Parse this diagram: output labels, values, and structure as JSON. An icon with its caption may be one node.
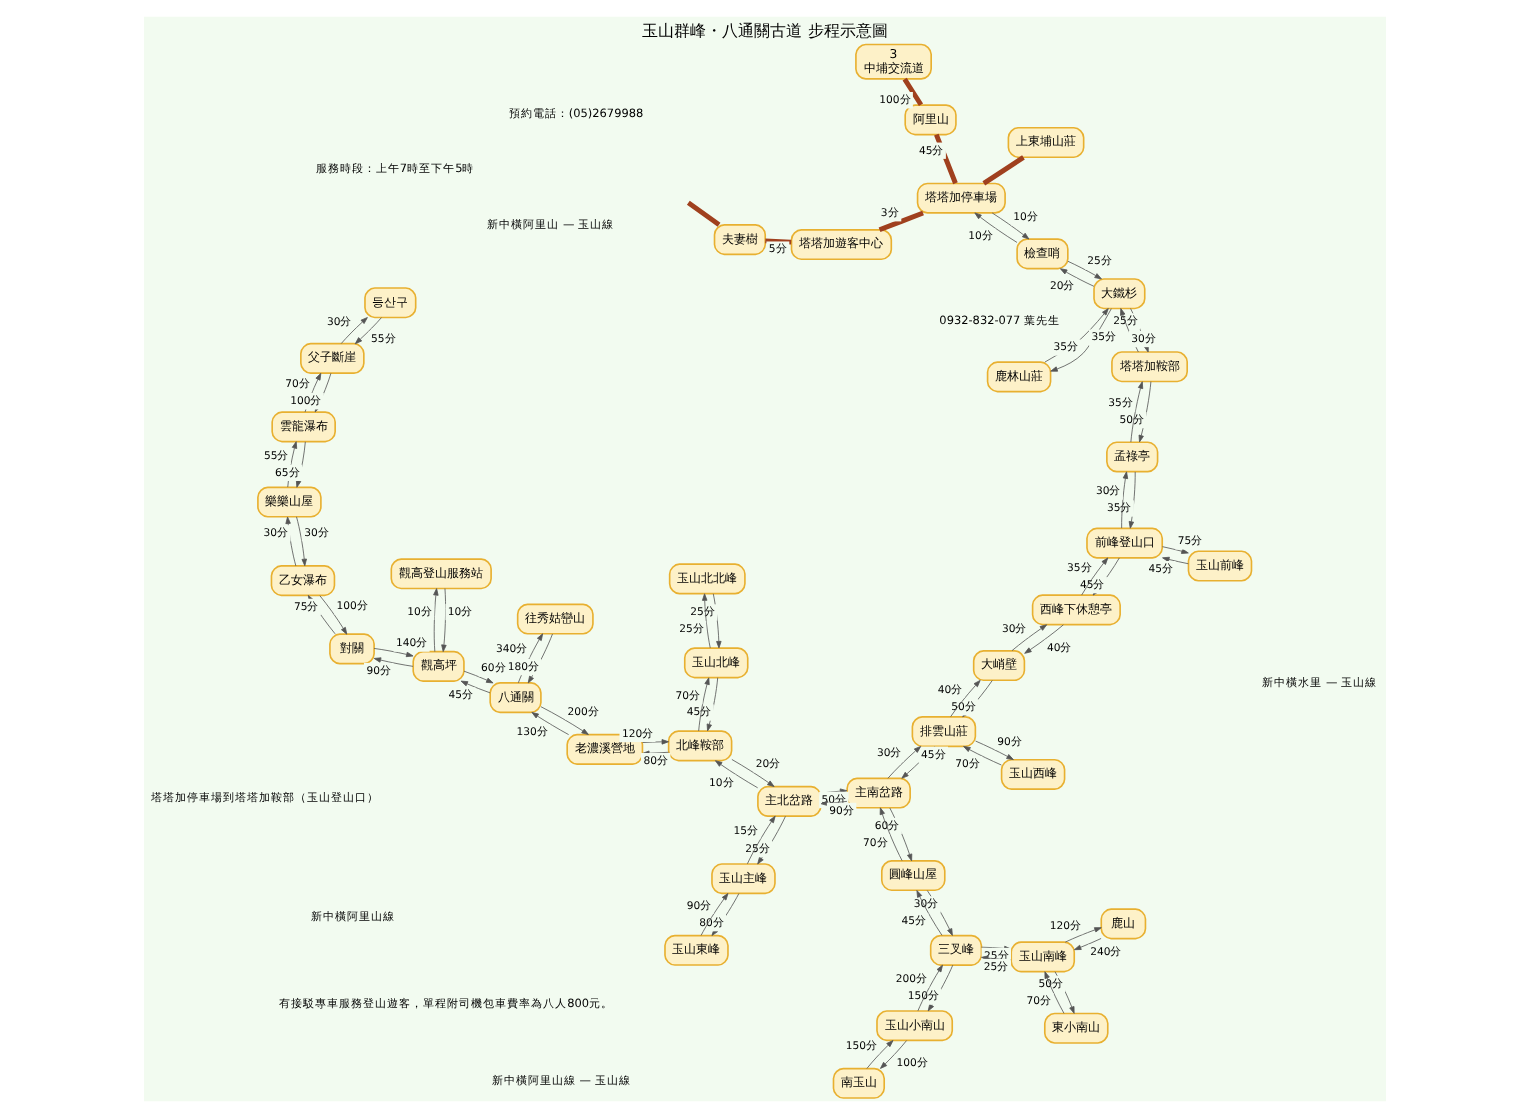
{
  "diagram": {
    "title": "玉山群峰・八通關古道 步程示意圖",
    "nodes": [
      {
        "text": [
          "上東埔山莊"
        ]
      },
      {
        "text": [
          "夫妻樹"
        ]
      },
      {
        "text": [
          "3",
          "中埔交流道"
        ]
      },
      {
        "text": [
          "阿里山"
        ]
      },
      {
        "text": [
          "塔塔加停車場"
        ]
      },
      {
        "text": [
          "塔塔加遊客中心"
        ]
      },
      {
        "text": [
          "檢查哨"
        ]
      },
      {
        "text": [
          "鹿林山莊"
        ]
      },
      {
        "text": [
          "大鐵杉"
        ]
      },
      {
        "text": [
          "塔塔加鞍部"
        ]
      },
      {
        "text": [
          "孟祿亭"
        ]
      },
      {
        "text": [
          "前峰登山口"
        ]
      },
      {
        "text": [
          "玉山前峰"
        ]
      },
      {
        "text": [
          "西峰下休憩亭"
        ]
      },
      {
        "text": [
          "大峭壁"
        ]
      },
      {
        "text": [
          "玉山西峰"
        ]
      },
      {
        "text": [
          "排雲山莊"
        ]
      },
      {
        "text": [
          "玉山北北峰"
        ]
      },
      {
        "text": [
          "玉山北峰"
        ]
      },
      {
        "text": [
          "北峰鞍部"
        ]
      },
      {
        "text": [
          "主北岔路"
        ]
      },
      {
        "text": [
          "主南岔路"
        ]
      },
      {
        "text": [
          "圓峰山屋"
        ]
      },
      {
        "text": [
          "三叉峰"
        ]
      },
      {
        "text": [
          "玉山小南山"
        ]
      },
      {
        "text": [
          "南玉山"
        ]
      },
      {
        "text": [
          "玉山主峰"
        ]
      },
      {
        "text": [
          "玉山東峰"
        ]
      },
      {
        "text": [
          "老濃溪營地"
        ]
      },
      {
        "text": [
          "八通關"
        ]
      },
      {
        "text": [
          "往秀姑巒山"
        ]
      },
      {
        "text": [
          "觀高坪"
        ]
      },
      {
        "text": [
          "對關"
        ]
      },
      {
        "text": [
          "觀高登山服務站"
        ]
      },
      {
        "text": [
          "乙女瀑布"
        ]
      },
      {
        "text": [
          "樂樂山屋"
        ]
      },
      {
        "text": [
          "雲龍瀑布"
        ]
      },
      {
        "text": [
          "父子斷崖"
        ]
      },
      {
        "text": [
          "등산구"
        ]
      },
      {
        "text": [
          "玉山南峰"
        ]
      },
      {
        "text": [
          "東小南山"
        ]
      },
      {
        "text": [
          "鹿山"
        ]
      }
    ],
    "edges": [
      {
        "from": 2,
        "to": 3,
        "arrow": "none",
        "label": "100分",
        "style": "thick",
        "color": "#a0401e"
      },
      {
        "from": 3,
        "to": 4,
        "arrow": "none",
        "label": "45分",
        "style": "thick",
        "color": "#a0401e"
      },
      {
        "from": 4,
        "to": 0,
        "arrow": "none",
        "style": "thick",
        "color": "#a0401e"
      },
      {
        "from": 4,
        "to": 5,
        "arrow": "none",
        "label": "3分",
        "style": "thick",
        "color": "#a0401e"
      },
      {
        "from": 5,
        "to": 1,
        "arrow": "none",
        "label": "5分",
        "style": "thick",
        "color": "#a0401e"
      },
      {
        "from": 1,
        "to": null,
        "arrow": "none",
        "style": "thick",
        "color": "#a0401e"
      },
      {
        "from": 4,
        "to": 6,
        "arrow": "to",
        "label": "10分"
      },
      {
        "from": 6,
        "to": 4,
        "arrow": "to",
        "label": "10分"
      },
      {
        "from": 6,
        "to": 8,
        "arrow": "to",
        "label": "25分"
      },
      {
        "from": 8,
        "to": 6,
        "arrow": "to",
        "label": "20分"
      },
      {
        "from": 8,
        "to": 7,
        "arrow": "to",
        "label": "35分"
      },
      {
        "from": 7,
        "to": 8,
        "arrow": "to",
        "label": "35分"
      },
      {
        "from": 8,
        "to": 9,
        "arrow": "to",
        "label": "25分"
      },
      {
        "from": 9,
        "to": 8,
        "arrow": "to",
        "label": "30分"
      },
      {
        "from": 9,
        "to": 10,
        "arrow": "to",
        "label": "50分"
      },
      {
        "from": 10,
        "to": 9,
        "arrow": "to",
        "label": "35分"
      },
      {
        "from": 10,
        "to": 11,
        "arrow": "to",
        "label": "35分"
      },
      {
        "from": 11,
        "to": 10,
        "arrow": "to",
        "label": "30分"
      },
      {
        "from": 11,
        "to": 12,
        "arrow": "to",
        "label": "75分"
      },
      {
        "from": 12,
        "to": 11,
        "arrow": "to",
        "label": "45分"
      },
      {
        "from": 11,
        "to": 13,
        "arrow": "to",
        "label": "45分"
      },
      {
        "from": 13,
        "to": 11,
        "arrow": "to",
        "label": "35分"
      },
      {
        "from": 13,
        "to": 14,
        "arrow": "to",
        "label": "40分"
      },
      {
        "from": 14,
        "to": 13,
        "arrow": "to",
        "label": "30分"
      },
      {
        "from": 14,
        "to": 16,
        "arrow": "to",
        "label": "50分"
      },
      {
        "from": 16,
        "to": 14,
        "arrow": "to",
        "label": "40分"
      },
      {
        "from": 16,
        "to": 15,
        "arrow": "to",
        "label": "90分"
      },
      {
        "from": 15,
        "to": 16,
        "arrow": "to",
        "label": "70分"
      },
      {
        "from": 16,
        "to": 21,
        "arrow": "to",
        "label": "45分"
      },
      {
        "from": 21,
        "to": 16,
        "arrow": "to",
        "label": "30分"
      },
      {
        "from": 21,
        "to": 20,
        "arrow": "to",
        "label": "90分"
      },
      {
        "from": 20,
        "to": 21,
        "arrow": "to",
        "label": "50分"
      },
      {
        "from": 20,
        "to": 19,
        "arrow": "to",
        "label": "10分"
      },
      {
        "from": 19,
        "to": 20,
        "arrow": "to",
        "label": "20分"
      },
      {
        "from": 19,
        "to": 18,
        "arrow": "to",
        "label": "70分"
      },
      {
        "from": 18,
        "to": 19,
        "arrow": "to",
        "label": "45分"
      },
      {
        "from": 18,
        "to": 17,
        "arrow": "to",
        "label": "25分"
      },
      {
        "from": 17,
        "to": 18,
        "arrow": "to",
        "label": "25分"
      },
      {
        "from": 20,
        "to": 26,
        "arrow": "to",
        "label": "25分"
      },
      {
        "from": 26,
        "to": 20,
        "arrow": "to",
        "label": "15分"
      },
      {
        "from": 26,
        "to": 27,
        "arrow": "to",
        "label": "80分"
      },
      {
        "from": 27,
        "to": 26,
        "arrow": "to",
        "label": "90分"
      },
      {
        "from": 19,
        "to": 28,
        "arrow": "to",
        "label": "80分"
      },
      {
        "from": 28,
        "to": 19,
        "arrow": "to",
        "label": "120分"
      },
      {
        "from": 28,
        "to": 29,
        "arrow": "to",
        "label": "130分"
      },
      {
        "from": 29,
        "to": 28,
        "arrow": "to",
        "label": "200分"
      },
      {
        "from": 29,
        "to": 30,
        "arrow": "to",
        "label": "340分"
      },
      {
        "from": 30,
        "to": 29,
        "arrow": "to",
        "label": "180分"
      },
      {
        "from": 29,
        "to": 31,
        "arrow": "to",
        "label": "45分"
      },
      {
        "from": 31,
        "to": 29,
        "arrow": "to",
        "label": "60分"
      },
      {
        "from": 31,
        "to": 33,
        "arrow": "to",
        "label": "10分"
      },
      {
        "from": 33,
        "to": 31,
        "arrow": "to",
        "label": "10分"
      },
      {
        "from": 31,
        "to": 32,
        "arrow": "to",
        "label": "90分"
      },
      {
        "from": 32,
        "to": 31,
        "arrow": "to",
        "label": "140分"
      },
      {
        "from": 32,
        "to": 34,
        "arrow": "to",
        "label": "75分"
      },
      {
        "from": 34,
        "to": 32,
        "arrow": "to",
        "label": "100分"
      },
      {
        "from": 34,
        "to": 35,
        "arrow": "to",
        "label": "30分"
      },
      {
        "from": 35,
        "to": 34,
        "arrow": "to",
        "label": "30分"
      },
      {
        "from": 35,
        "to": 36,
        "arrow": "to",
        "label": "55分"
      },
      {
        "from": 36,
        "to": 35,
        "arrow": "to",
        "label": "65分"
      },
      {
        "from": 36,
        "to": 37,
        "arrow": "to",
        "label": "70分"
      },
      {
        "from": 37,
        "to": 36,
        "arrow": "to",
        "label": "100分"
      },
      {
        "from": 37,
        "to": 38,
        "arrow": "to",
        "label": "30分"
      },
      {
        "from": 38,
        "to": 37,
        "arrow": "to",
        "label": "55分"
      },
      {
        "from": 21,
        "to": 22,
        "arrow": "to",
        "label": "60分"
      },
      {
        "from": 22,
        "to": 21,
        "arrow": "to",
        "label": "70分"
      },
      {
        "from": 22,
        "to": 23,
        "arrow": "to",
        "label": "30分"
      },
      {
        "from": 23,
        "to": 22,
        "arrow": "to",
        "label": "45分"
      },
      {
        "from": 23,
        "to": 24,
        "arrow": "to",
        "label": "150分"
      },
      {
        "from": 24,
        "to": 23,
        "arrow": "to",
        "label": "200分"
      },
      {
        "from": 24,
        "to": 25,
        "arrow": "to",
        "label": "100分"
      },
      {
        "from": 25,
        "to": 24,
        "arrow": "to",
        "label": "150分"
      },
      {
        "from": 23,
        "to": 39,
        "arrow": "to",
        "label": "25分"
      },
      {
        "from": 39,
        "to": 23,
        "arrow": "to",
        "label": "25分"
      },
      {
        "from": 39,
        "to": 40,
        "arrow": "to",
        "label": "50分"
      },
      {
        "from": 40,
        "to": 39,
        "arrow": "to",
        "label": "70分"
      },
      {
        "from": 39,
        "to": 41,
        "arrow": "to",
        "label": "120分"
      },
      {
        "from": 41,
        "to": 39,
        "arrow": "to",
        "label": "240分"
      }
    ],
    "labels": [
      "新中橫阿里山線",
      "新中橫阿里山線 — 玉山線",
      "新中橫阿里山 — 玉山線",
      "新中橫水里 — 玉山線",
      "塔塔加停車場到塔塔加鞍部（玉山登山口）",
      "有接駁專車服務登山遊客，單程附司機包車費率為八人800元。",
      "服務時段：上午7時至下午5時",
      "預約電話：(05)2679988",
      "0932-832-077 葉先生"
    ]
  }
}
